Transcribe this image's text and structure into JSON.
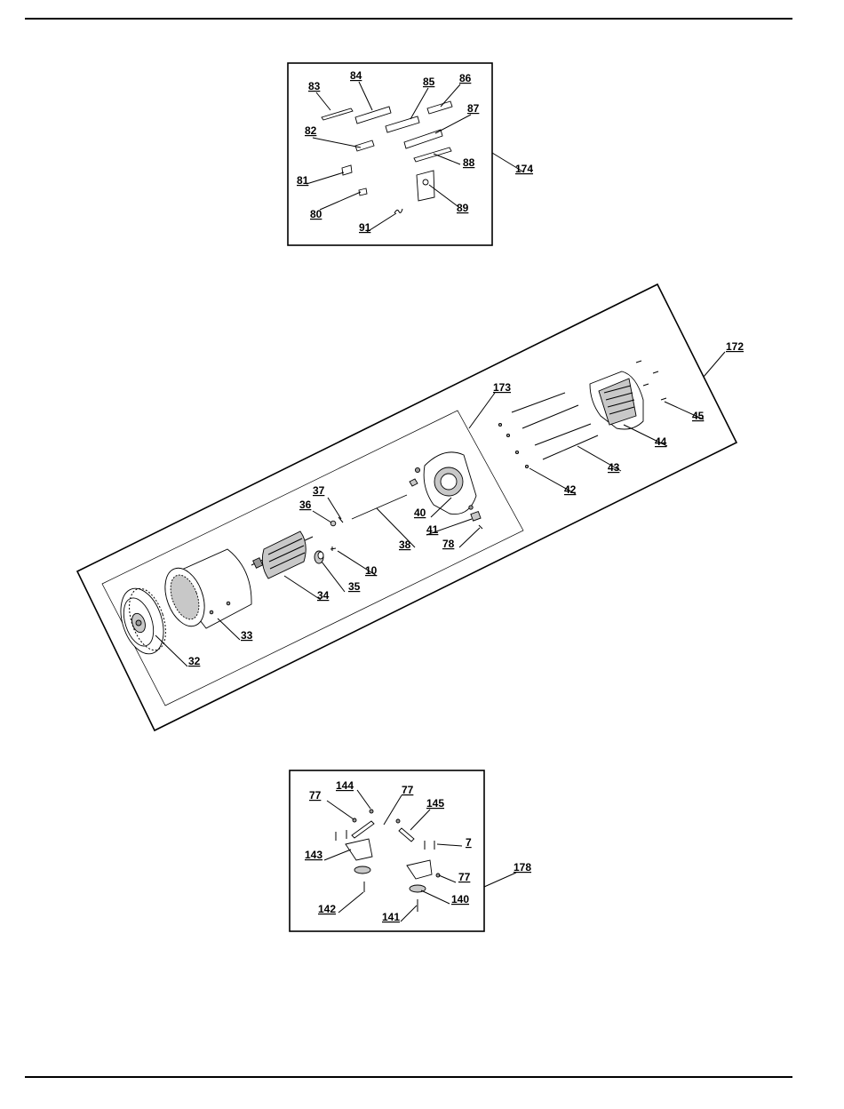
{
  "callouts": {
    "c80": "80",
    "c81": "81",
    "c82": "82",
    "c83": "83",
    "c84": "84",
    "c85": "85",
    "c86": "86",
    "c87": "87",
    "c88": "88",
    "c89": "89",
    "c91": "91",
    "c174": "174",
    "c172": "172",
    "c173": "173",
    "c45": "45",
    "c44": "44",
    "c43": "43",
    "c42": "42",
    "c41": "41",
    "c78": "78",
    "c40": "40",
    "c38": "38",
    "c37": "37",
    "c36": "36",
    "c10": "10",
    "c35": "35",
    "c34": "34",
    "c33": "33",
    "c32": "32",
    "c144": "144",
    "c77a": "77",
    "c77b": "77",
    "c145": "145",
    "c7": "7",
    "c143": "143",
    "c77c": "77",
    "c178": "178",
    "c142": "142",
    "c141": "141",
    "c140": "140"
  }
}
